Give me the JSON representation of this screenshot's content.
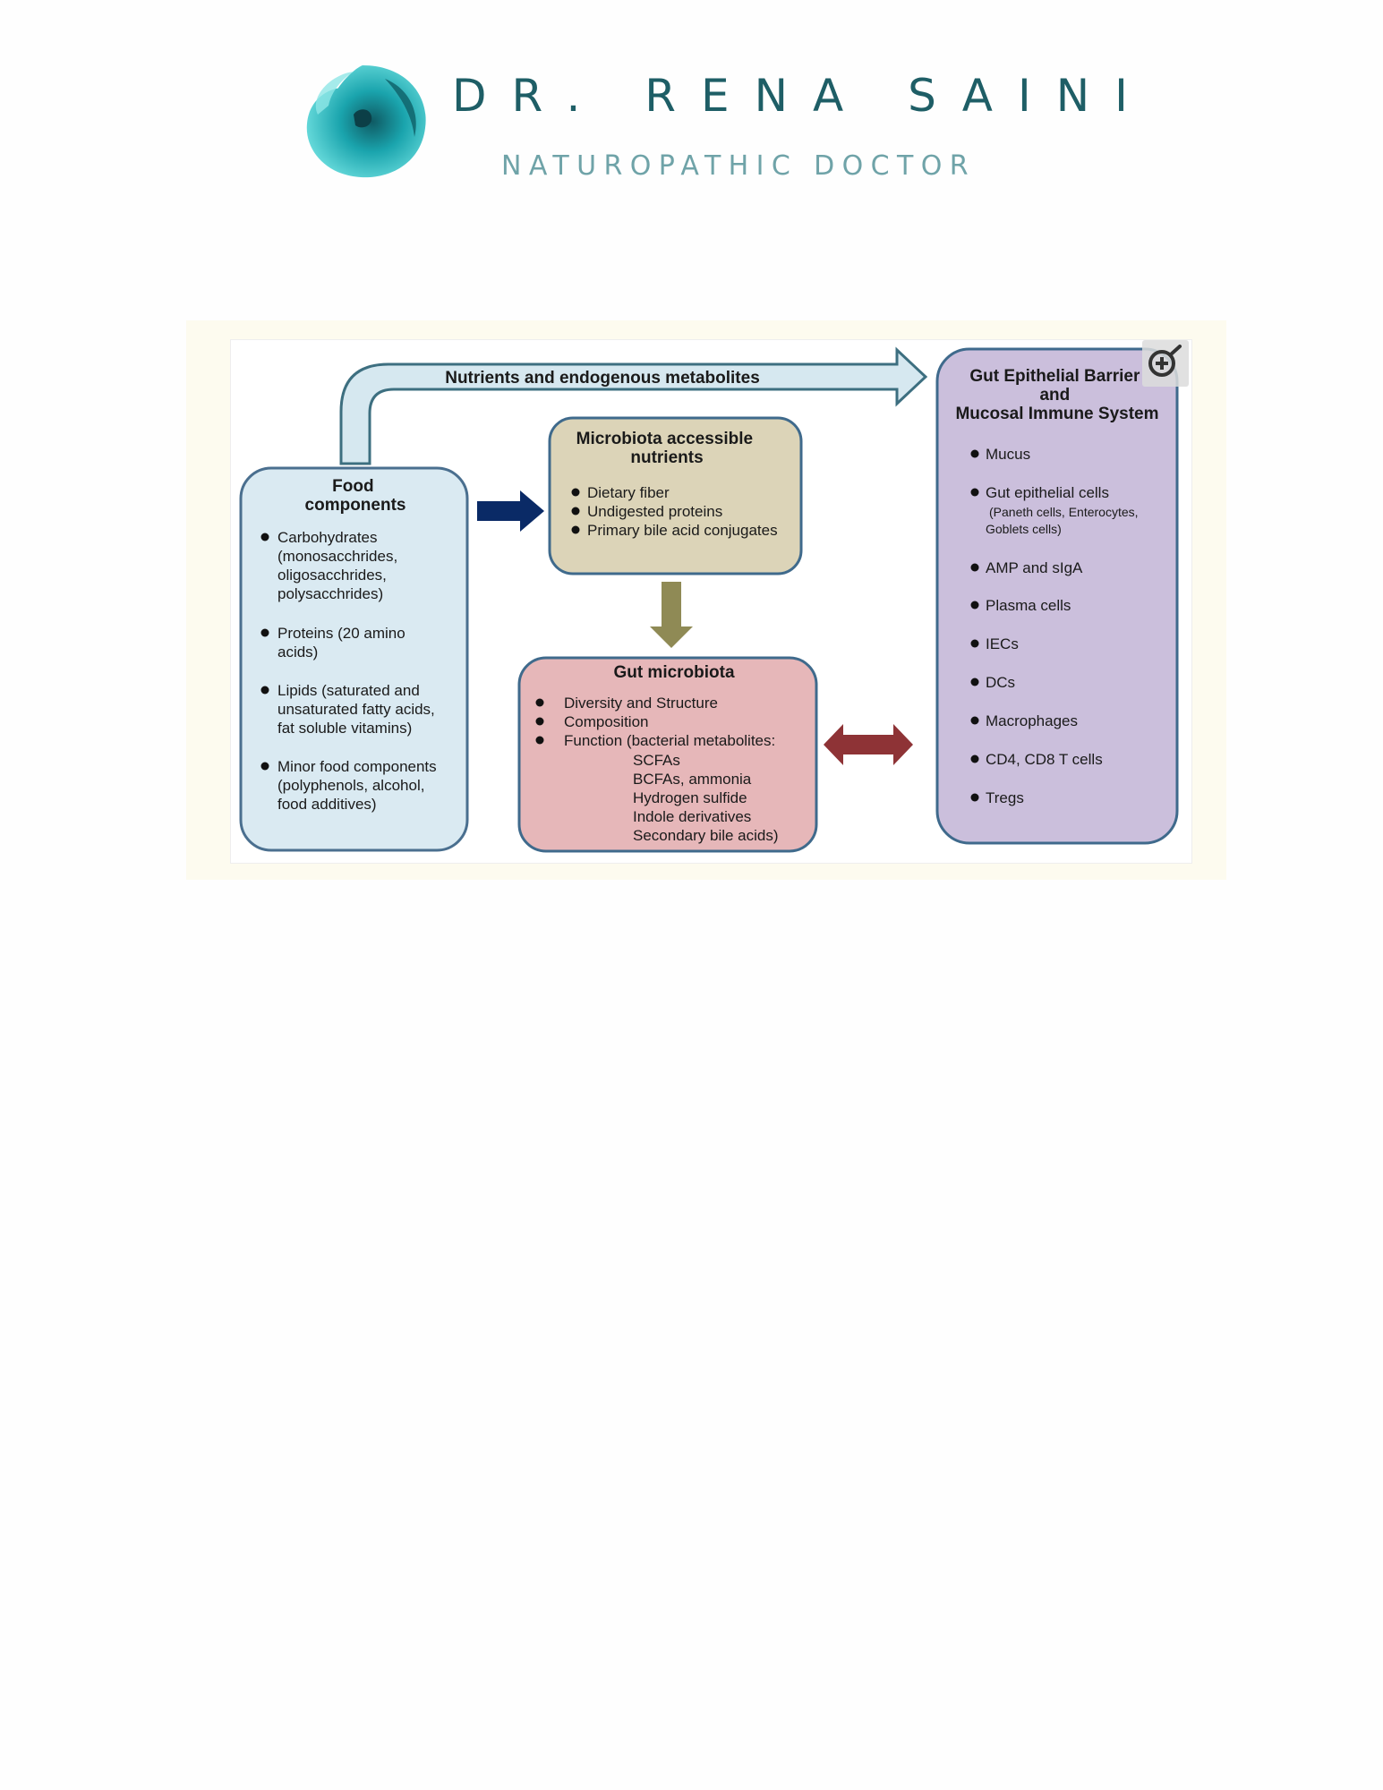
{
  "header": {
    "brand_name": "DR. RENA SAINI",
    "brand_subtitle": "NATUROPATHIC DOCTOR",
    "logo_icon": "swirl-logo-icon"
  },
  "colors": {
    "brand_dark": "#1e5e66",
    "brand_light": "#6fa3a8",
    "food_box": "#daeaf2",
    "nutrients_box": "#dcd4b8",
    "microbiota_box": "#e6b7b9",
    "barrier_box": "#cbbfdc",
    "arrow_blue": "#0a2a66",
    "arrow_olive": "#8f8a55",
    "arrow_red": "#8e3336",
    "arrow_top_fill": "#d6e8f0"
  },
  "figure": {
    "zoom_icon": "zoom-in-icon",
    "top_arrow_label": "Nutrients and endogenous metabolites",
    "food": {
      "title": [
        "Food",
        "components"
      ],
      "items": [
        [
          "Carbohydrates",
          "(monosacchrides,",
          "oligosacchrides,",
          "polysacchrides)"
        ],
        [
          "Proteins (20 amino",
          "acids)"
        ],
        [
          "Lipids (saturated  and",
          "unsaturated  fatty acids,",
          "fat soluble vitamins)"
        ],
        [
          "Minor food components",
          "(polyphenols,  alcohol,",
          "food additives)"
        ]
      ]
    },
    "nutrients": {
      "title": [
        "Microbiota accessible",
        "nutrients"
      ],
      "items": [
        "Dietary fiber",
        "Undigested proteins",
        "Primary bile acid conjugates"
      ]
    },
    "microbiota": {
      "title": "Gut microbiota",
      "items": [
        "Diversity and Structure",
        "Composition",
        "Function (bacterial metabolites:"
      ],
      "metabolites": [
        "SCFAs",
        "BCFAs, ammonia",
        "Hydrogen sulfide",
        "Indole  derivatives",
        "Secondary bile acids)"
      ]
    },
    "barrier": {
      "title": [
        "Gut Epithelial Barrier",
        "and",
        "Mucosal Immune System"
      ],
      "items": [
        "Mucus",
        "Gut epithelial cells",
        "AMP and sIgA",
        "Plasma cells",
        "IECs",
        "DCs",
        "Macrophages",
        "CD4, CD8 T cells",
        "Tregs"
      ],
      "epithelial_detail": [
        "(Paneth cells, Enterocytes,",
        "Goblets  cells)"
      ]
    }
  }
}
